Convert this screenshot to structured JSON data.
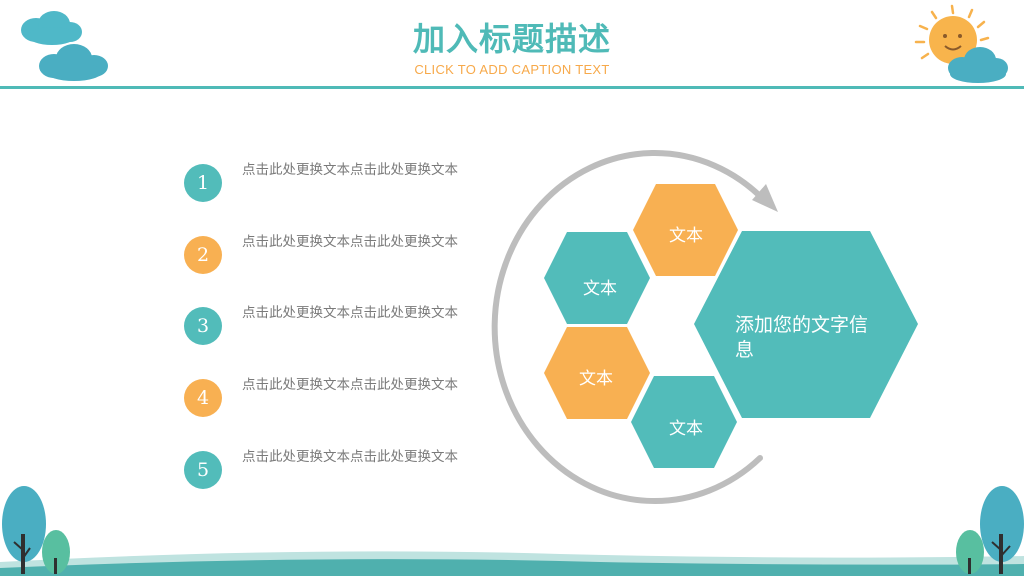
{
  "header": {
    "title": "加入标题描述",
    "subtitle": "CLICK TO ADD CAPTION TEXT"
  },
  "colors": {
    "teal": "#52bcba",
    "orange": "#f8b052",
    "gray_ring": "#bdbdbd",
    "text_gray": "#7a7a7a"
  },
  "list": {
    "items": [
      {
        "number": "1",
        "text": "点击此处更换文本点击此处更换文本"
      },
      {
        "number": "2",
        "text": "点击此处更换文本点击此处更换文本"
      },
      {
        "number": "3",
        "text": "点击此处更换文本点击此处更换文本"
      },
      {
        "number": "4",
        "text": "点击此处更换文本点击此处更换文本"
      },
      {
        "number": "5",
        "text": "点击此处更换文本点击此处更换文本"
      }
    ]
  },
  "diagram": {
    "hex_top": "文本",
    "hex_left_upper": "文本",
    "hex_left_lower": "文本",
    "hex_bottom": "文本",
    "main_text": "添加您的文字信息"
  },
  "icons": [
    "cloud-icon",
    "sun-icon",
    "tree-icon",
    "arrow-icon"
  ]
}
